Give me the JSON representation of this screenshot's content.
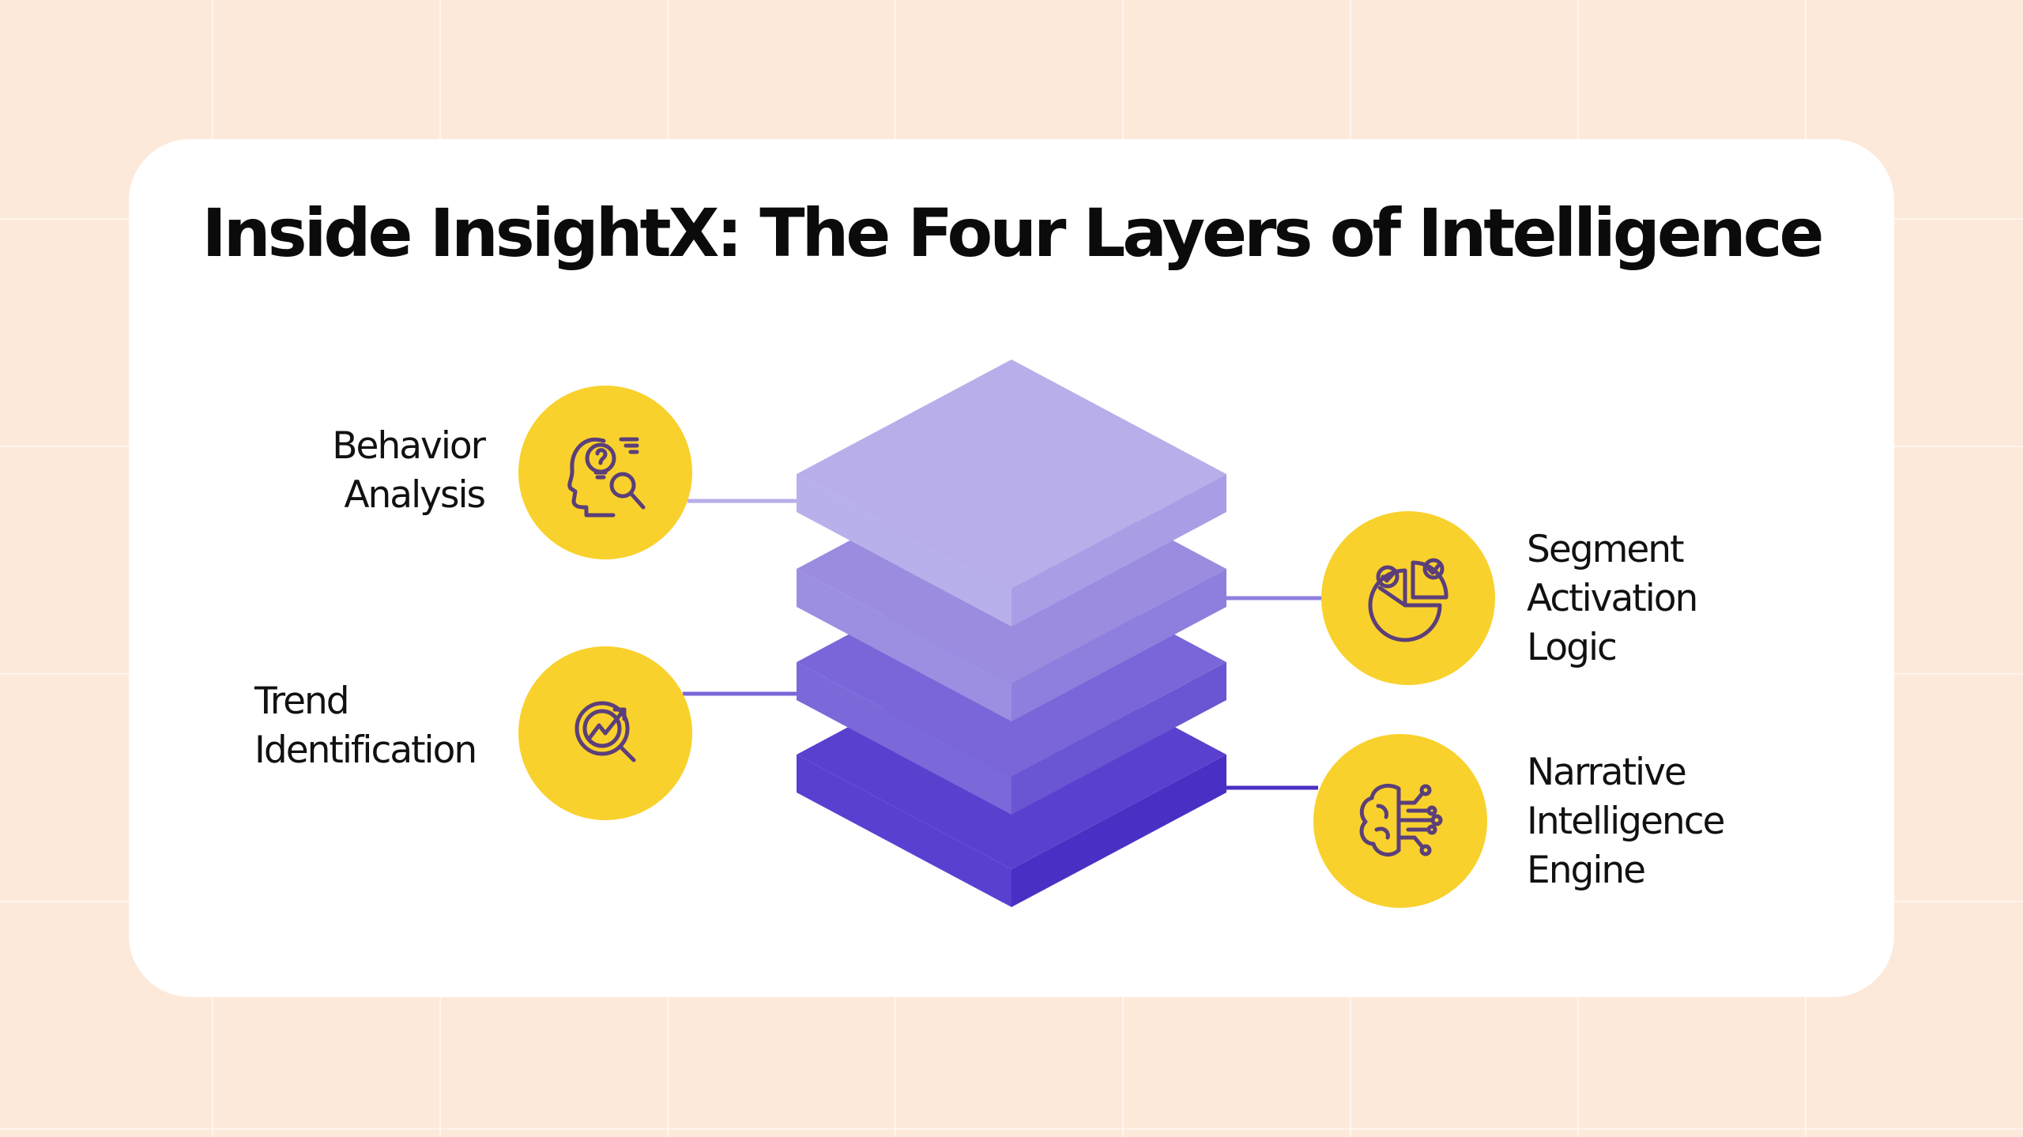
{
  "title": "Inside InsightX: The Four Layers of Intelligence",
  "colors": {
    "background": "#fde9da",
    "card": "#ffffff",
    "badge": "#f9d12c",
    "icon_stroke": "#5b3f7a",
    "layer_1": "#b7aeea",
    "layer_2": "#9b8ce0",
    "layer_3": "#7a66d8",
    "layer_4": "#5b3fcf"
  },
  "layers": [
    {
      "label_lines": [
        "Behavior",
        "Analysis"
      ],
      "icon": "head-lightbulb-search-icon",
      "side": "left"
    },
    {
      "label_lines": [
        "Segment",
        "Activation",
        "Logic"
      ],
      "icon": "pie-chart-check-icon",
      "side": "right"
    },
    {
      "label_lines": [
        "Trend",
        "Identification"
      ],
      "icon": "trend-magnifier-icon",
      "side": "left"
    },
    {
      "label_lines": [
        "Narrative",
        "Intelligence",
        "Engine"
      ],
      "icon": "brain-circuit-icon",
      "side": "right"
    }
  ]
}
